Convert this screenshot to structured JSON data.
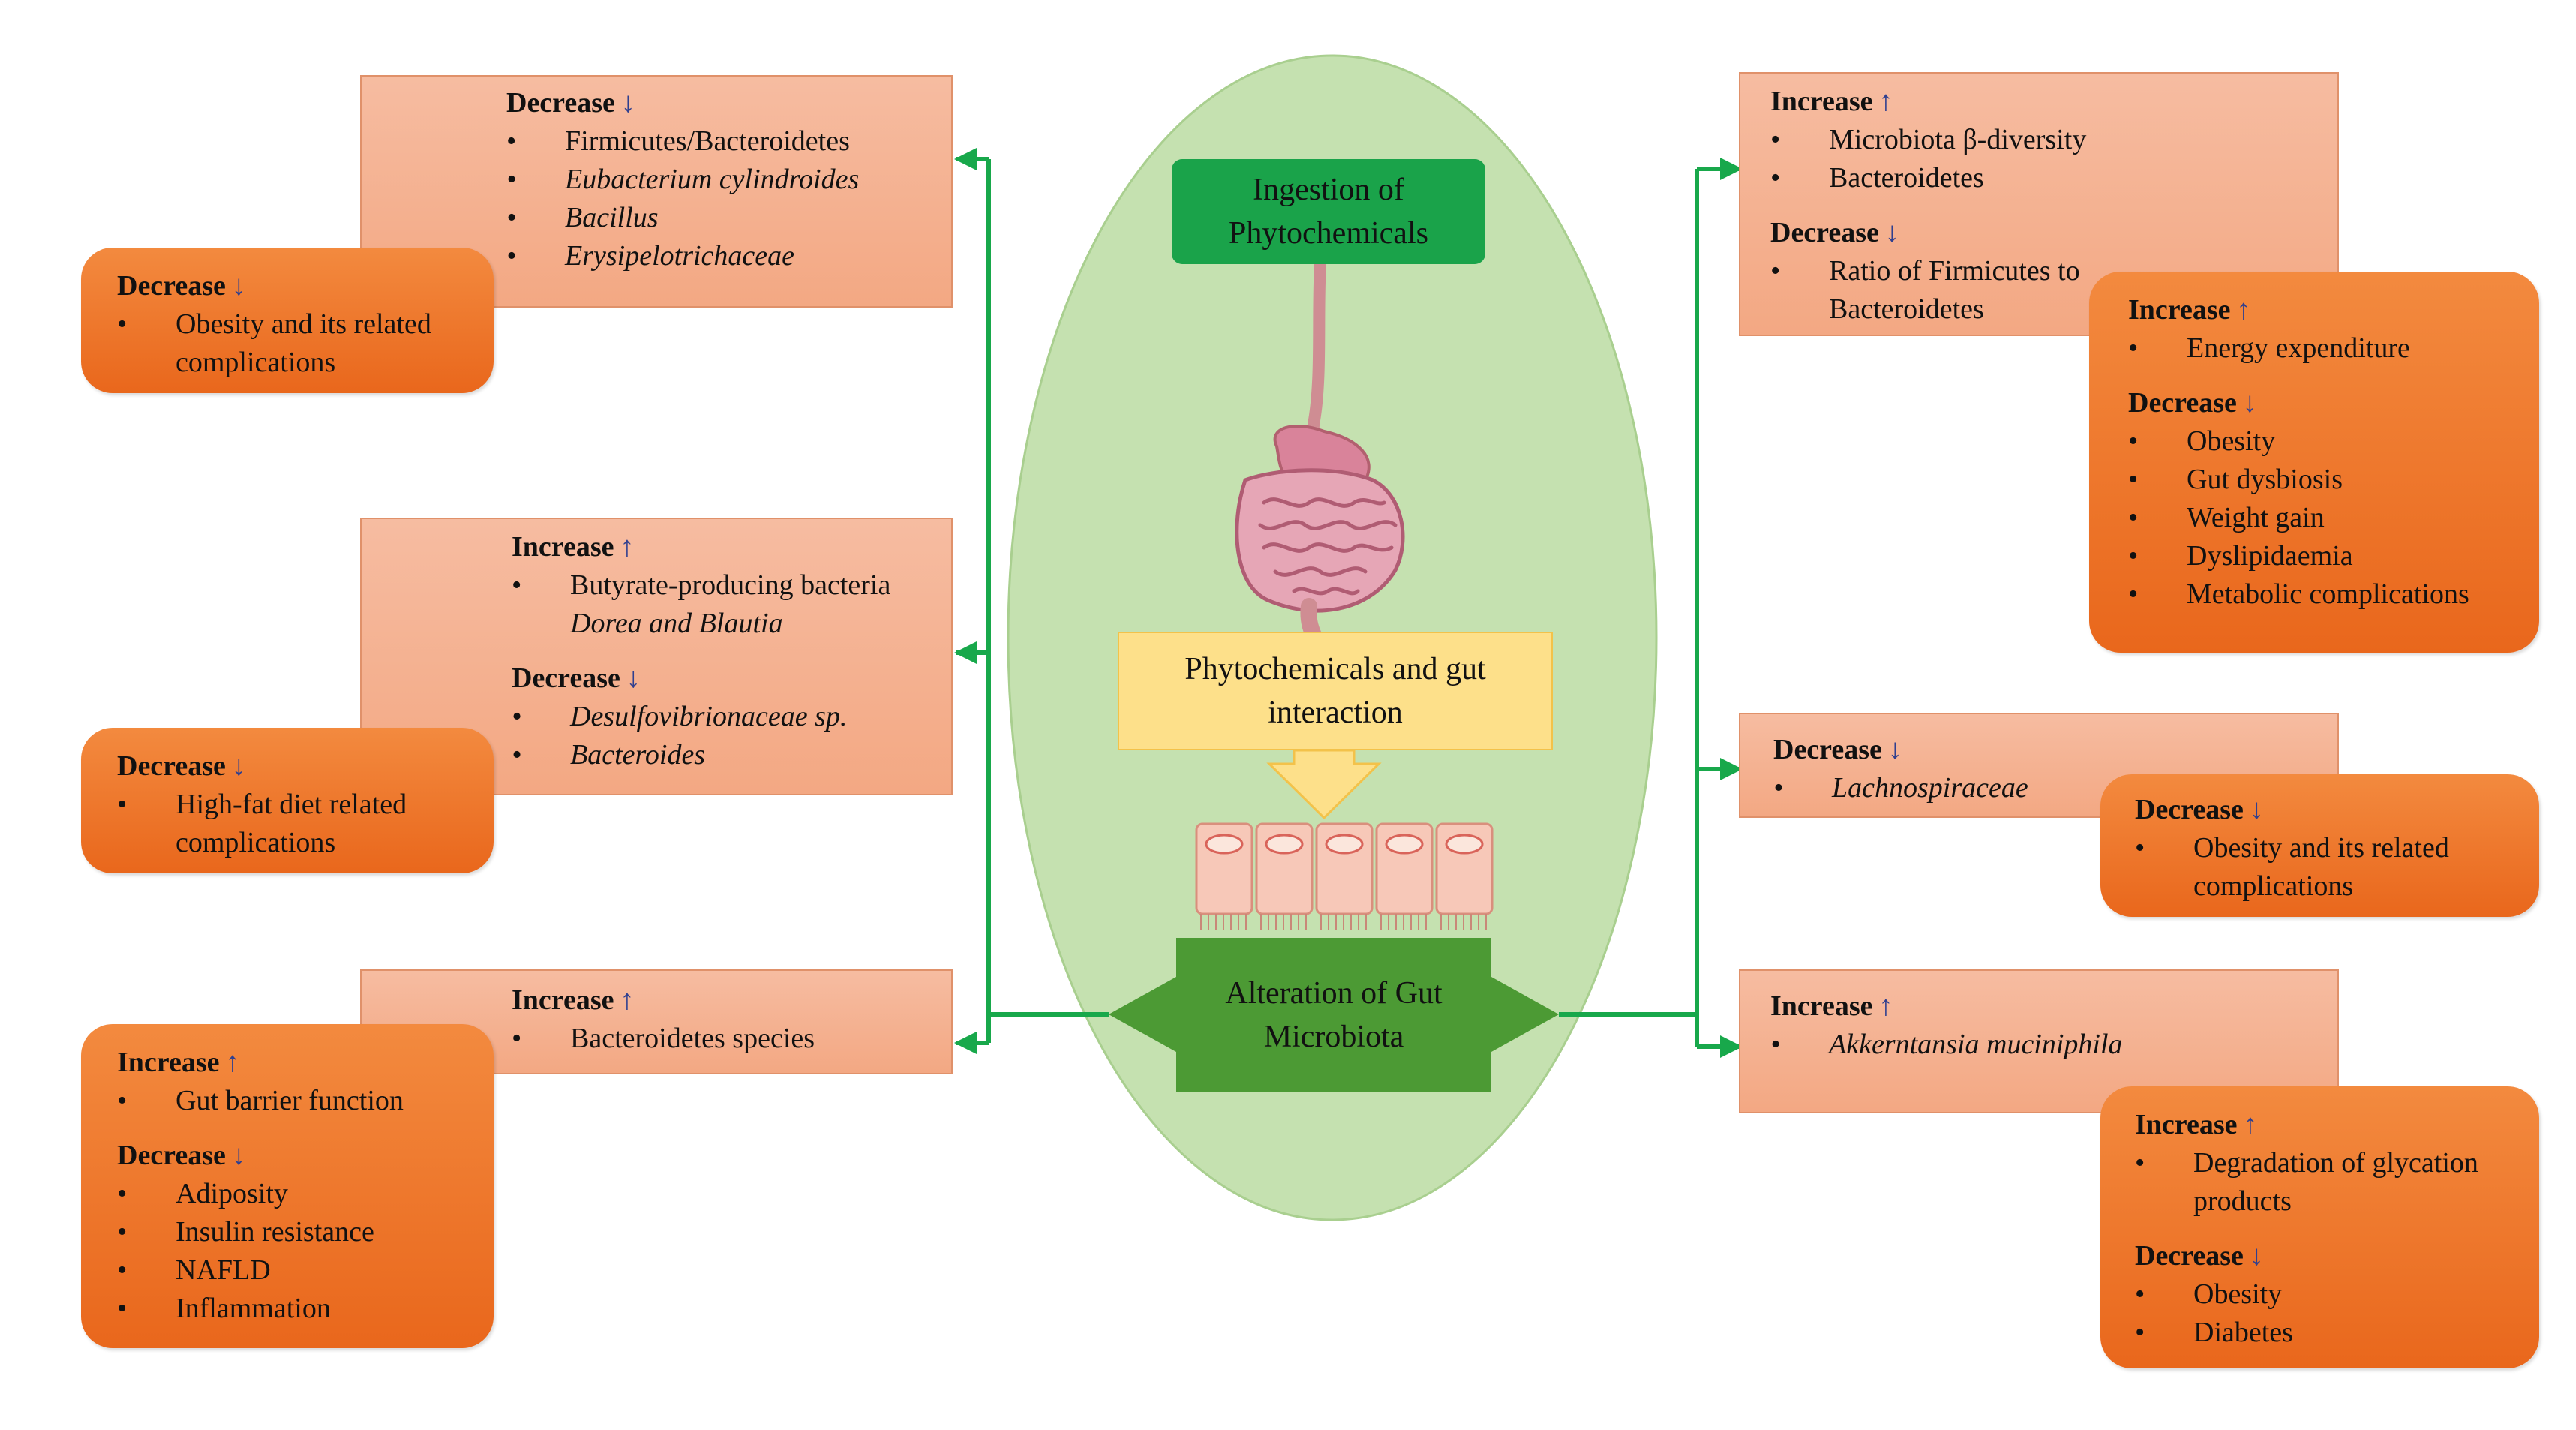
{
  "center": {
    "ingestion": "Ingestion of Phytochemicals",
    "interaction": "Phytochemicals and gut interaction",
    "alteration": "Alteration of Gut Microbiota"
  },
  "arrows": {
    "increase": "↑",
    "decrease": "↓"
  },
  "left": [
    {
      "microbiota": {
        "sections": [
          {
            "heading": "Decrease",
            "arrow": "↓",
            "items": [
              {
                "text": "Firmicutes/Bacteroidetes",
                "italic": false
              },
              {
                "text": "Eubacterium cylindroides",
                "italic": true
              },
              {
                "text": "Bacillus",
                "italic": true
              },
              {
                "text": "Erysipelotrichaceae",
                "italic": true
              }
            ]
          }
        ]
      },
      "effects": {
        "sections": [
          {
            "heading": "Decrease",
            "arrow": "↓",
            "items": [
              {
                "text": "Obesity and its related",
                "italic": false
              },
              {
                "text": "complications",
                "italic": false,
                "cont": true
              }
            ]
          }
        ]
      }
    },
    {
      "microbiota": {
        "sections": [
          {
            "heading": "Increase",
            "arrow": "↑",
            "items": [
              {
                "text": "Butyrate-producing bacteria",
                "italic": false
              },
              {
                "text": "Dorea and Blautia",
                "italic": true,
                "cont": true
              }
            ]
          },
          {
            "heading": "Decrease",
            "arrow": "↓",
            "items": [
              {
                "text": "Desulfovibrionaceae sp.",
                "italic": true
              },
              {
                "text": "Bacteroides",
                "italic": true
              }
            ]
          }
        ]
      },
      "effects": {
        "sections": [
          {
            "heading": "Decrease",
            "arrow": "↓",
            "items": [
              {
                "text": "High-fat diet related",
                "italic": false
              },
              {
                "text": "complications",
                "italic": false,
                "cont": true
              }
            ]
          }
        ]
      }
    },
    {
      "microbiota": {
        "sections": [
          {
            "heading": "Increase",
            "arrow": "↑",
            "items": [
              {
                "text": "Bacteroidetes species",
                "italic": false
              }
            ]
          }
        ]
      },
      "effects": {
        "sections": [
          {
            "heading": "Increase",
            "arrow": "↑",
            "items": [
              {
                "text": "Gut barrier function",
                "italic": false
              }
            ]
          },
          {
            "heading": "Decrease",
            "arrow": "↓",
            "items": [
              {
                "text": "Adiposity",
                "italic": false
              },
              {
                "text": "Insulin resistance",
                "italic": false
              },
              {
                "text": "NAFLD",
                "italic": false
              },
              {
                "text": "Inflammation",
                "italic": false
              }
            ]
          }
        ]
      }
    }
  ],
  "right": [
    {
      "microbiota": {
        "sections": [
          {
            "heading": "Increase",
            "arrow": "↑",
            "items": [
              {
                "text": "Microbiota β-diversity",
                "italic": false
              },
              {
                "text": "Bacteroidetes",
                "italic": false
              }
            ]
          },
          {
            "heading": "Decrease",
            "arrow": "↓",
            "items": [
              {
                "text": "Ratio of Firmicutes to",
                "italic": false
              },
              {
                "text": "Bacteroidetes",
                "italic": false,
                "cont": true
              }
            ]
          }
        ]
      },
      "effects": {
        "sections": [
          {
            "heading": "Increase",
            "arrow": "↑",
            "items": [
              {
                "text": "Energy expenditure",
                "italic": false
              }
            ]
          },
          {
            "heading": "Decrease",
            "arrow": "↓",
            "items": [
              {
                "text": "Obesity",
                "italic": false
              },
              {
                "text": "Gut dysbiosis",
                "italic": false
              },
              {
                "text": "Weight gain",
                "italic": false
              },
              {
                "text": "Dyslipidaemia",
                "italic": false
              },
              {
                "text": "Metabolic complications",
                "italic": false
              }
            ]
          }
        ]
      }
    },
    {
      "microbiota": {
        "sections": [
          {
            "heading": "Decrease",
            "arrow": "↓",
            "items": [
              {
                "text": "Lachnospiraceae",
                "italic": true
              }
            ]
          }
        ]
      },
      "effects": {
        "sections": [
          {
            "heading": "Decrease",
            "arrow": "↓",
            "items": [
              {
                "text": "Obesity and its related",
                "italic": false
              },
              {
                "text": "complications",
                "italic": false,
                "cont": true
              }
            ]
          }
        ]
      }
    },
    {
      "microbiota": {
        "sections": [
          {
            "heading": "Increase",
            "arrow": "↑",
            "items": [
              {
                "text": "Akkerntansia muciniphila",
                "italic": true
              }
            ]
          }
        ]
      },
      "effects": {
        "sections": [
          {
            "heading": "Increase",
            "arrow": "↑",
            "items": [
              {
                "text": "Degradation of glycation",
                "italic": false
              },
              {
                "text": "products",
                "italic": false,
                "cont": true
              }
            ]
          },
          {
            "heading": "Decrease",
            "arrow": "↓",
            "items": [
              {
                "text": "Obesity",
                "italic": false
              },
              {
                "text": "Diabetes",
                "italic": false
              }
            ]
          }
        ]
      }
    }
  ],
  "colors": {
    "oval": "#c5e1b0",
    "connector": "#18a84b",
    "ingest": "#1aa34a",
    "alteration": "#4c9a34",
    "light_box": "#f4b293",
    "dark_box": "#ee7a2c"
  }
}
